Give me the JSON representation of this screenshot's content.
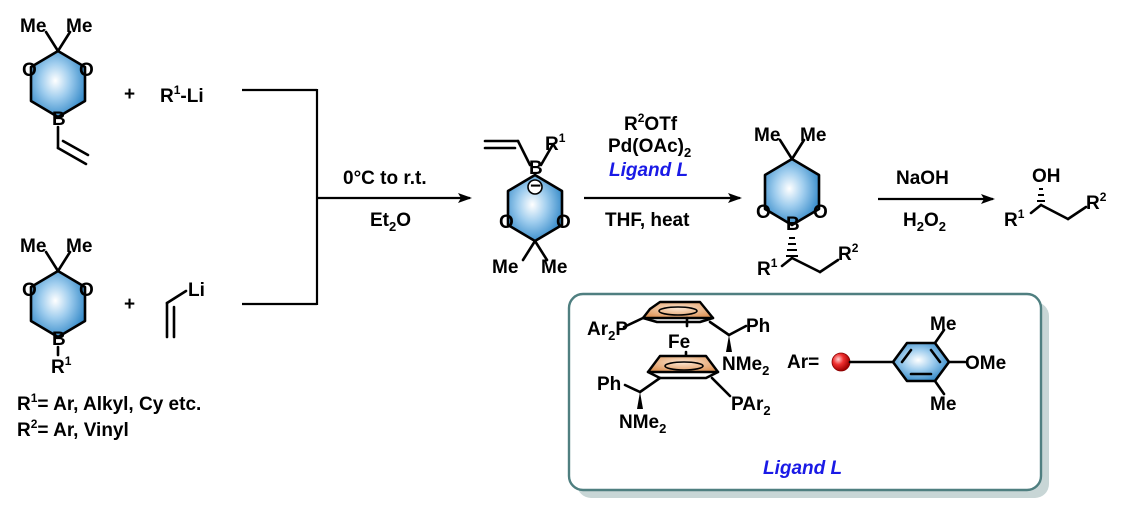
{
  "colors": {
    "ring_blue": "#5aa9dc",
    "ring_blue_light": "#e8f4fc",
    "cp_orange": "#e8a060",
    "ligand_text_blue": "#1a1ae6",
    "box_border": "#4f7f80",
    "box_shadow": "#c8d6d6",
    "red_sphere": "#e81010"
  },
  "reactant1": {
    "me_left": "Me",
    "me_right": "Me",
    "o_left": "O",
    "o_right": "O",
    "boron": "B",
    "plus": "+",
    "reagent_r": "R",
    "reagent_sup": "1",
    "reagent_rest": "-Li"
  },
  "reactant2": {
    "me_left": "Me",
    "me_right": "Me",
    "o_left": "O",
    "o_right": "O",
    "boron": "B",
    "sub_r": "R",
    "sub_sup": "1",
    "plus": "+",
    "vinyl_li": "Li"
  },
  "notes": {
    "r1_label": "R",
    "r1_sup": "1",
    "r1_text": "= Ar, Alkyl, Cy etc.",
    "r2_label": "R",
    "r2_sup": "2",
    "r2_text": "= Ar, Vinyl"
  },
  "step1": {
    "above": "0°C to r.t.",
    "below_main": "Et",
    "below_sub": "2",
    "below_end": "O"
  },
  "ate_complex": {
    "boron": "B",
    "charge": "−",
    "r": "R",
    "r_sup": "1",
    "o_left": "O",
    "o_right": "O",
    "me_left": "Me",
    "me_right": "Me"
  },
  "step2": {
    "line1_r": "R",
    "line1_sup": "2",
    "line1_rest": "OTf",
    "line2_main": "Pd(OAc)",
    "line2_sub": "2",
    "line3": "Ligand L",
    "below": "THF, heat"
  },
  "product_boronate": {
    "me_left": "Me",
    "me_right": "Me",
    "o_left": "O",
    "o_right": "O",
    "boron": "B",
    "r1": "R",
    "r1_sup": "1",
    "r2": "R",
    "r2_sup": "2"
  },
  "step3": {
    "above": "NaOH",
    "below_h": "H",
    "below_sub1": "2",
    "below_o": "O",
    "below_sub2": "2"
  },
  "alcohol": {
    "oh": "OH",
    "r1": "R",
    "r1_sup": "1",
    "r2": "R",
    "r2_sup": "2"
  },
  "ligand_box": {
    "ar2p_main": "Ar",
    "ar2p_sub": "2",
    "ar2p_p": "P",
    "fe": "Fe",
    "ph_top": "Ph",
    "nme2_top_main": "NMe",
    "nme2_top_sub": "2",
    "ph_bottom": "Ph",
    "nme2_bottom_main": "NMe",
    "nme2_bottom_sub": "2",
    "par2_main": "PAr",
    "par2_sub": "2",
    "ar_eq": "Ar=",
    "me_top": "Me",
    "ome": "OMe",
    "me_bottom": "Me",
    "caption": "Ligand L"
  }
}
